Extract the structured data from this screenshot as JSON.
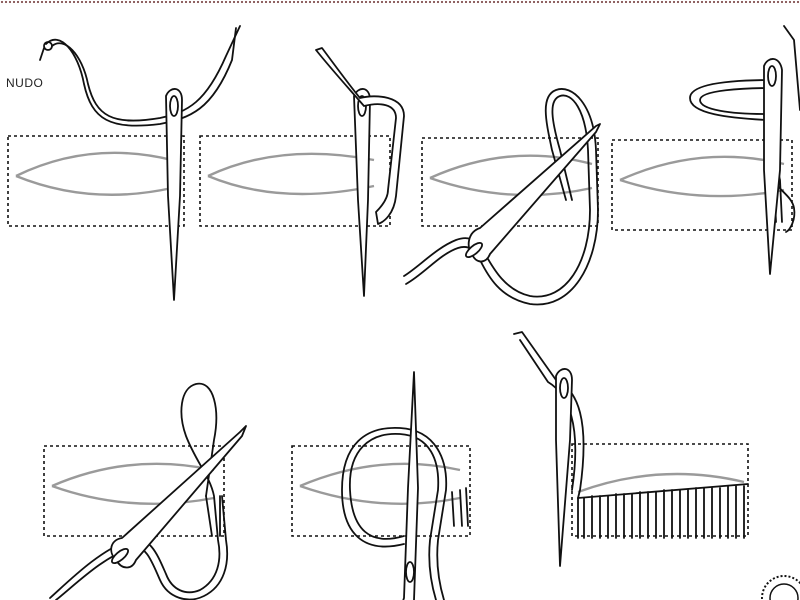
{
  "labels": {
    "knot": "NUDO"
  },
  "colors": {
    "line": "#111111",
    "leaf": "#9a9a9a",
    "dots": "#8a5a5a",
    "background": "#ffffff"
  },
  "steps": [
    {
      "id": "step-1"
    },
    {
      "id": "step-2"
    },
    {
      "id": "step-3"
    },
    {
      "id": "step-4"
    },
    {
      "id": "step-5"
    },
    {
      "id": "step-6"
    },
    {
      "id": "step-7"
    }
  ]
}
